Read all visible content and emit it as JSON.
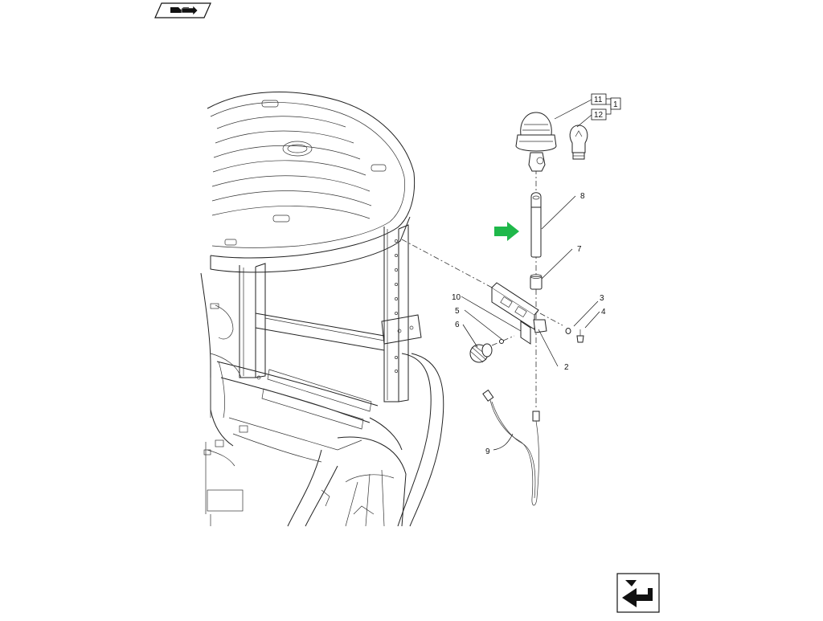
{
  "callouts": {
    "c1": "1",
    "c2": "2",
    "c3": "3",
    "c4": "4",
    "c5": "5",
    "c6": "6",
    "c7": "7",
    "c8": "8",
    "c9": "9",
    "c10": "10",
    "c11": "11",
    "c12": "12"
  },
  "icons": {
    "top_nav": "book-arrow-icon",
    "bottom_nav": "arrow-down-left-icon",
    "pointer": "green-arrow-icon"
  },
  "colors": {
    "pointer_arrow": "#1fb84a",
    "line": "#222222"
  }
}
